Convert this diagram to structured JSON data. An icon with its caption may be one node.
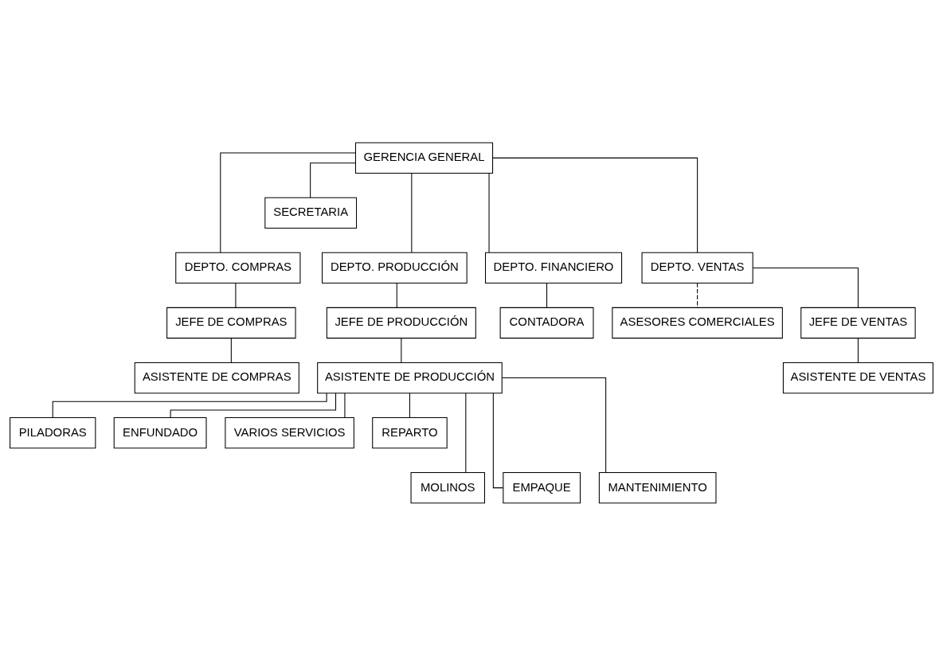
{
  "diagram": {
    "nodes": [
      {
        "text": [
          "GERENCIA GENERAL"
        ]
      },
      {
        "text": [
          "SECRETARIA"
        ]
      },
      {
        "text": [
          "DEPTO. COMPRAS"
        ]
      },
      {
        "text": [
          "DEPTO. PRODUCCIÓN"
        ]
      },
      {
        "text": [
          "DEPTO. FINANCIERO"
        ]
      },
      {
        "text": [
          "DEPTO. VENTAS"
        ]
      },
      {
        "text": [
          "ASESORES COMERCIALES"
        ]
      },
      {
        "text": [
          "JEFE DE COMPRAS"
        ]
      },
      {
        "text": [
          "JEFE DE PRODUCCIÓN"
        ]
      },
      {
        "text": [
          "CONTADORA"
        ]
      },
      {
        "text": [
          "JEFE DE VENTAS"
        ]
      },
      {
        "text": [
          "ASISTENTE DE COMPRAS"
        ]
      },
      {
        "text": [
          "ASISTENTE DE PRODUCCIÓN"
        ]
      },
      {
        "text": [
          "ASISTENTE DE VENTAS"
        ]
      },
      {
        "text": [
          "PILADORAS"
        ]
      },
      {
        "text": [
          "ENFUNDADO"
        ]
      },
      {
        "text": [
          "VARIOS SERVICIOS"
        ]
      },
      {
        "text": [
          "REPARTO"
        ]
      },
      {
        "text": [
          "MOLINOS"
        ]
      },
      {
        "text": [
          "EMPAQUE"
        ]
      },
      {
        "text": [
          "MANTENIMIENTO"
        ]
      }
    ],
    "edges": [
      {
        "from": 0,
        "to": 1,
        "arrow": "none"
      },
      {
        "from": 0,
        "to": 2,
        "arrow": "none"
      },
      {
        "from": 0,
        "to": 3,
        "arrow": "none"
      },
      {
        "from": 0,
        "to": 4,
        "arrow": "none"
      },
      {
        "from": 0,
        "to": 5,
        "arrow": "none"
      },
      {
        "from": 5,
        "to": 6,
        "arrow": "none",
        "style": "dashed"
      },
      {
        "from": 2,
        "to": 7,
        "arrow": "none"
      },
      {
        "from": 7,
        "to": 11,
        "arrow": "none"
      },
      {
        "from": 3,
        "to": 8,
        "arrow": "none"
      },
      {
        "from": 8,
        "to": 12,
        "arrow": "none"
      },
      {
        "from": 4,
        "to": 9,
        "arrow": "none"
      },
      {
        "from": 5,
        "to": 10,
        "arrow": "none"
      },
      {
        "from": 10,
        "to": 13,
        "arrow": "none"
      },
      {
        "from": 12,
        "to": 14,
        "arrow": "none"
      },
      {
        "from": 12,
        "to": 18,
        "arrow": "none"
      },
      {
        "from": 12,
        "to": 15,
        "arrow": "none"
      },
      {
        "from": 12,
        "to": 19,
        "arrow": "none"
      },
      {
        "from": 12,
        "to": 16,
        "arrow": "none"
      },
      {
        "from": 12,
        "to": 20,
        "arrow": "none"
      },
      {
        "from": 12,
        "to": 17,
        "arrow": "none"
      }
    ]
  }
}
